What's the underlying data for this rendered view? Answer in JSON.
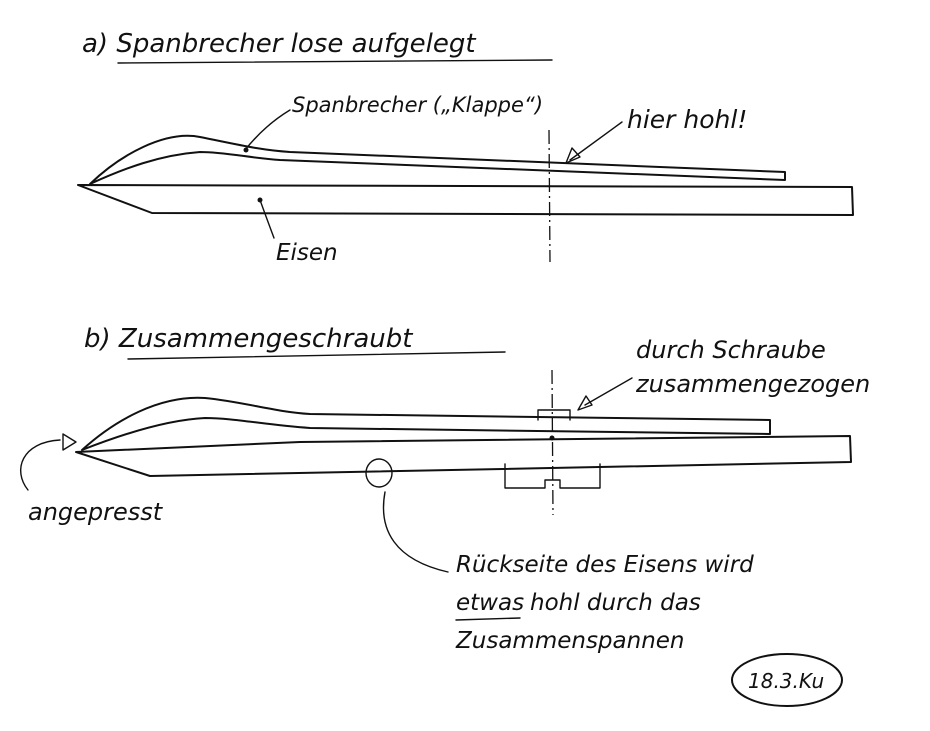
{
  "part_a": {
    "title": "a) Spanbrecher lose aufgelegt",
    "label_spanbrecher": "Spanbrecher („Klappe“)",
    "label_hohl": "hier hohl!",
    "label_eisen": "Eisen"
  },
  "part_b": {
    "title": "b) Zusammengeschraubt",
    "label_schraube_line1": "durch Schraube",
    "label_schraube_line2": "zusammengezogen",
    "label_angepresst": "angepresst",
    "label_rueckseite_line1": "Rückseite des Eisens wird",
    "label_rueckseite_line2_underlined": "etwas",
    "label_rueckseite_line2_rest": "hohl durch das",
    "label_rueckseite_line3": "Zusammenspannen"
  },
  "signature": "18.3.Ku"
}
